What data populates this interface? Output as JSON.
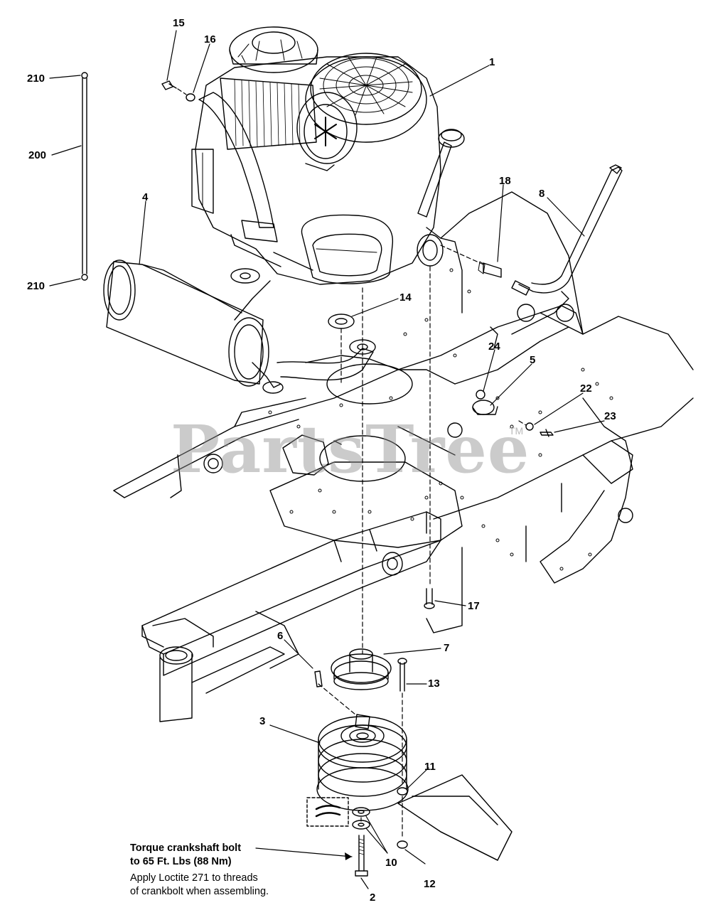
{
  "watermark": {
    "text": "PartsTree",
    "tm": "TM"
  },
  "callouts": {
    "c1": "1",
    "c2": "2",
    "c3": "3",
    "c4": "4",
    "c5": "5",
    "c6": "6",
    "c7": "7",
    "c8": "8",
    "c10": "10",
    "c11": "11",
    "c12": "12",
    "c13": "13",
    "c14": "14",
    "c15": "15",
    "c16": "16",
    "c17": "17",
    "c18": "18",
    "c22": "22",
    "c23": "23",
    "c24": "24",
    "c200": "200",
    "c210a": "210",
    "c210b": "210"
  },
  "notes": {
    "torque_line1": "Torque crankshaft bolt",
    "torque_line2": "to 65 Ft. Lbs (88 Nm)",
    "loctite_line1": "Apply Loctite 271 to threads",
    "loctite_line2": "of crankbolt when assembling."
  }
}
